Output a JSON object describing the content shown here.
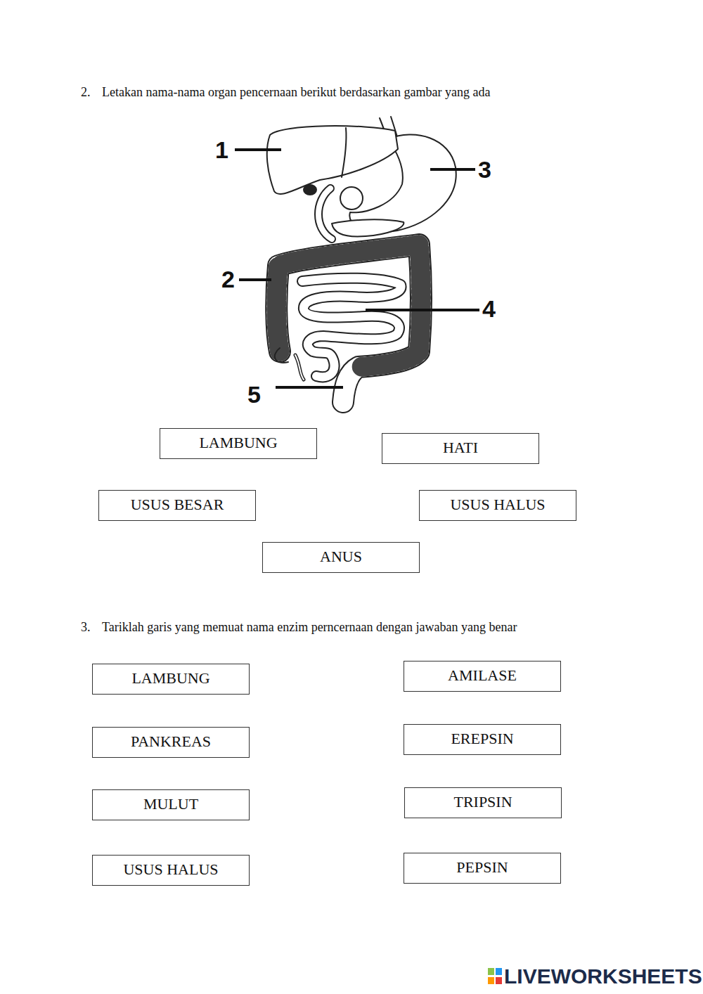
{
  "diagram": {
    "nodes": [
      {
        "text": [
          "LAMBUNG"
        ]
      },
      {
        "text": [
          "HATI"
        ]
      },
      {
        "text": [
          "USUS BESAR"
        ]
      },
      {
        "text": [
          "USUS HALUS"
        ]
      },
      {
        "text": [
          "ANUS"
        ]
      },
      {
        "text": [
          "LAMBUNG"
        ]
      },
      {
        "text": [
          "AMILASE"
        ]
      },
      {
        "text": [
          "PANKREAS"
        ]
      },
      {
        "text": [
          "EREPSIN"
        ]
      },
      {
        "text": [
          "MULUT"
        ]
      },
      {
        "text": [
          "TRIPSIN"
        ]
      },
      {
        "text": [
          "USUS HALUS"
        ]
      },
      {
        "text": [
          "PEPSIN"
        ]
      }
    ],
    "labels": [
      "2.",
      "Letakan nama-nama organ pencernaan berikut berdasarkan gambar yang ada",
      "1",
      "2",
      "3",
      "4",
      "5",
      "3.",
      "Tariklah garis yang memuat nama enzim perncernaan dengan jawaban yang benar",
      "LIVEWORKSHEETS"
    ]
  }
}
